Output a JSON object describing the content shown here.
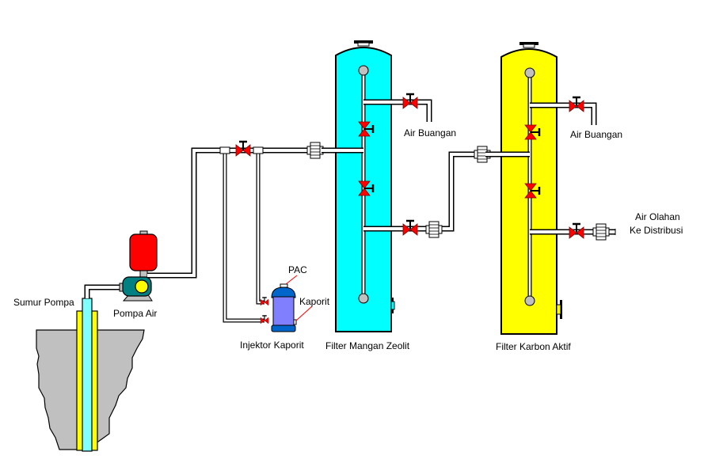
{
  "diagram": {
    "title": "",
    "labels": {
      "well": "Sumur Pompa",
      "pump": "Pompa Air",
      "injector": "Injektor Kaporit",
      "pac": "PAC",
      "kaporit": "Kaporit",
      "filter1": "Filter Mangan Zeolit",
      "filter2": "Filter Karbon Aktif",
      "drain1": "Air Buangan",
      "drain2": "Air Buangan",
      "output_line1": "Air Olahan",
      "output_line2": "Ke Distribusi"
    },
    "colors": {
      "ground": "#c0c0c0",
      "casing": "#ffff00",
      "well_pipe": "#80ffff",
      "pressure_tank": "#ff0000",
      "pump_body": "#008080",
      "pump_fan": "#ffff00",
      "pump_base": "#c0c0c0",
      "injector_body": "#8080ff",
      "injector_caps": "#0066cc",
      "filter1": "#00ffff",
      "filter2": "#ffff00",
      "valve": "#ff0000",
      "pointer_line": "#ff0000",
      "nozzle": "#c0c0c0"
    }
  }
}
